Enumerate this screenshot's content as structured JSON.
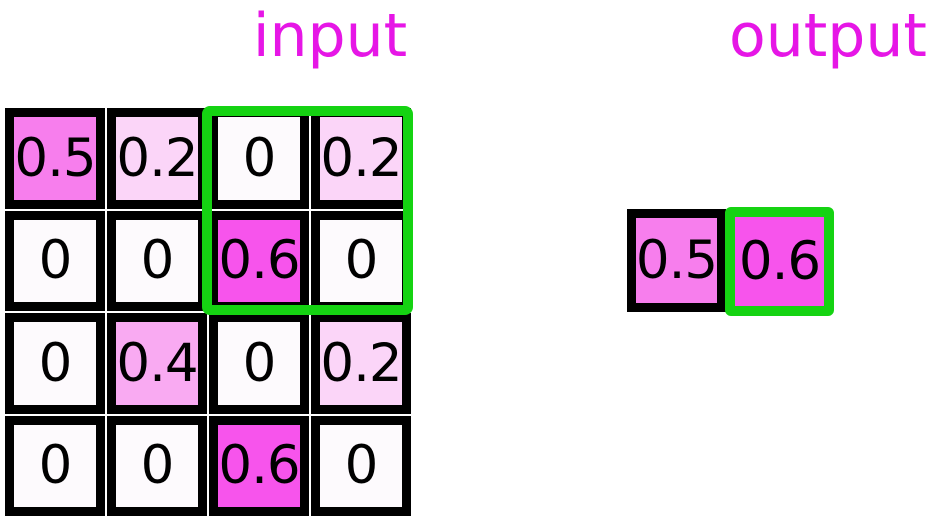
{
  "colors": {
    "title": "#e616e6",
    "highlight_green": "#15d312",
    "grid_border": "#000000",
    "value_fill": {
      "0": "#fdfafd",
      "0.2": "#fbd5f8",
      "0.4": "#f9aaf2",
      "0.5": "#f77eed",
      "0.6": "#f754ec"
    }
  },
  "input_panel": {
    "title": "input",
    "rows": [
      [
        "0.5",
        "0.2",
        "0",
        "0.2"
      ],
      [
        "0",
        "0",
        "0.6",
        "0"
      ],
      [
        "0",
        "0.4",
        "0",
        "0.2"
      ],
      [
        "0",
        "0",
        "0.6",
        "0"
      ]
    ],
    "highlight_window": {
      "row_start": 0,
      "row_end": 1,
      "col_start": 2,
      "col_end": 3
    }
  },
  "output_panel": {
    "title": "output",
    "cells": [
      {
        "value": "0.5",
        "highlighted": false
      },
      {
        "value": "0.6",
        "highlighted": true
      }
    ]
  }
}
